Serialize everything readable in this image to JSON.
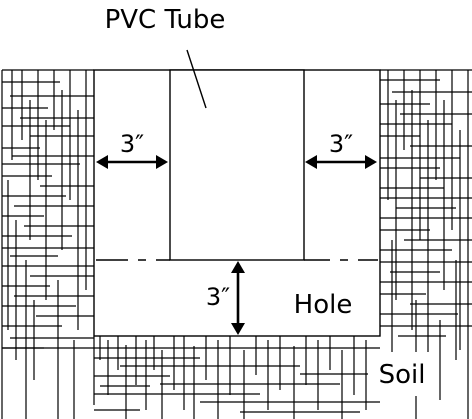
{
  "labels": {
    "tube": "PVC Tube",
    "gap_left": "3″",
    "gap_right": "3″",
    "gap_bottom": "3″",
    "hole": "Hole",
    "soil": "Soil"
  },
  "colors": {
    "line": "#000000",
    "background": "#ffffff"
  }
}
